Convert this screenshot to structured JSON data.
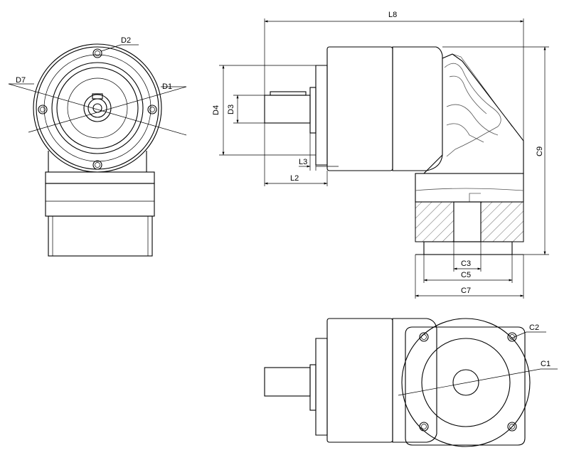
{
  "labels": {
    "L8": "L8",
    "D2": "D2",
    "D7": "D7",
    "D1": "D1",
    "D4": "D4",
    "D3": "D3",
    "L3": "L3",
    "L2": "L2",
    "C9": "C9",
    "C3": "C3",
    "C5": "C5",
    "C7": "C7",
    "C2": "C2",
    "C1": "C1"
  }
}
